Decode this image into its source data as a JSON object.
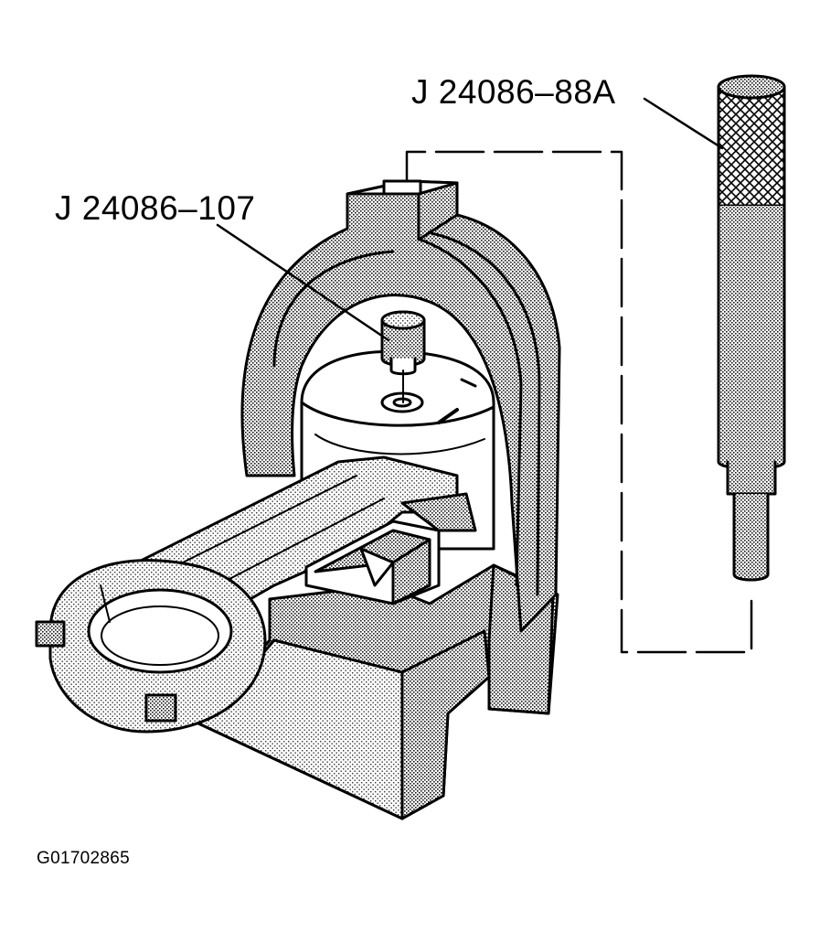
{
  "callouts": {
    "pin_tool": "J 24086–88A",
    "pin_guide": "J 24086–107"
  },
  "figure_id": "G01702865",
  "colors": {
    "stroke": "#000000",
    "stipple": "#8a8a8a",
    "background": "#ffffff"
  }
}
